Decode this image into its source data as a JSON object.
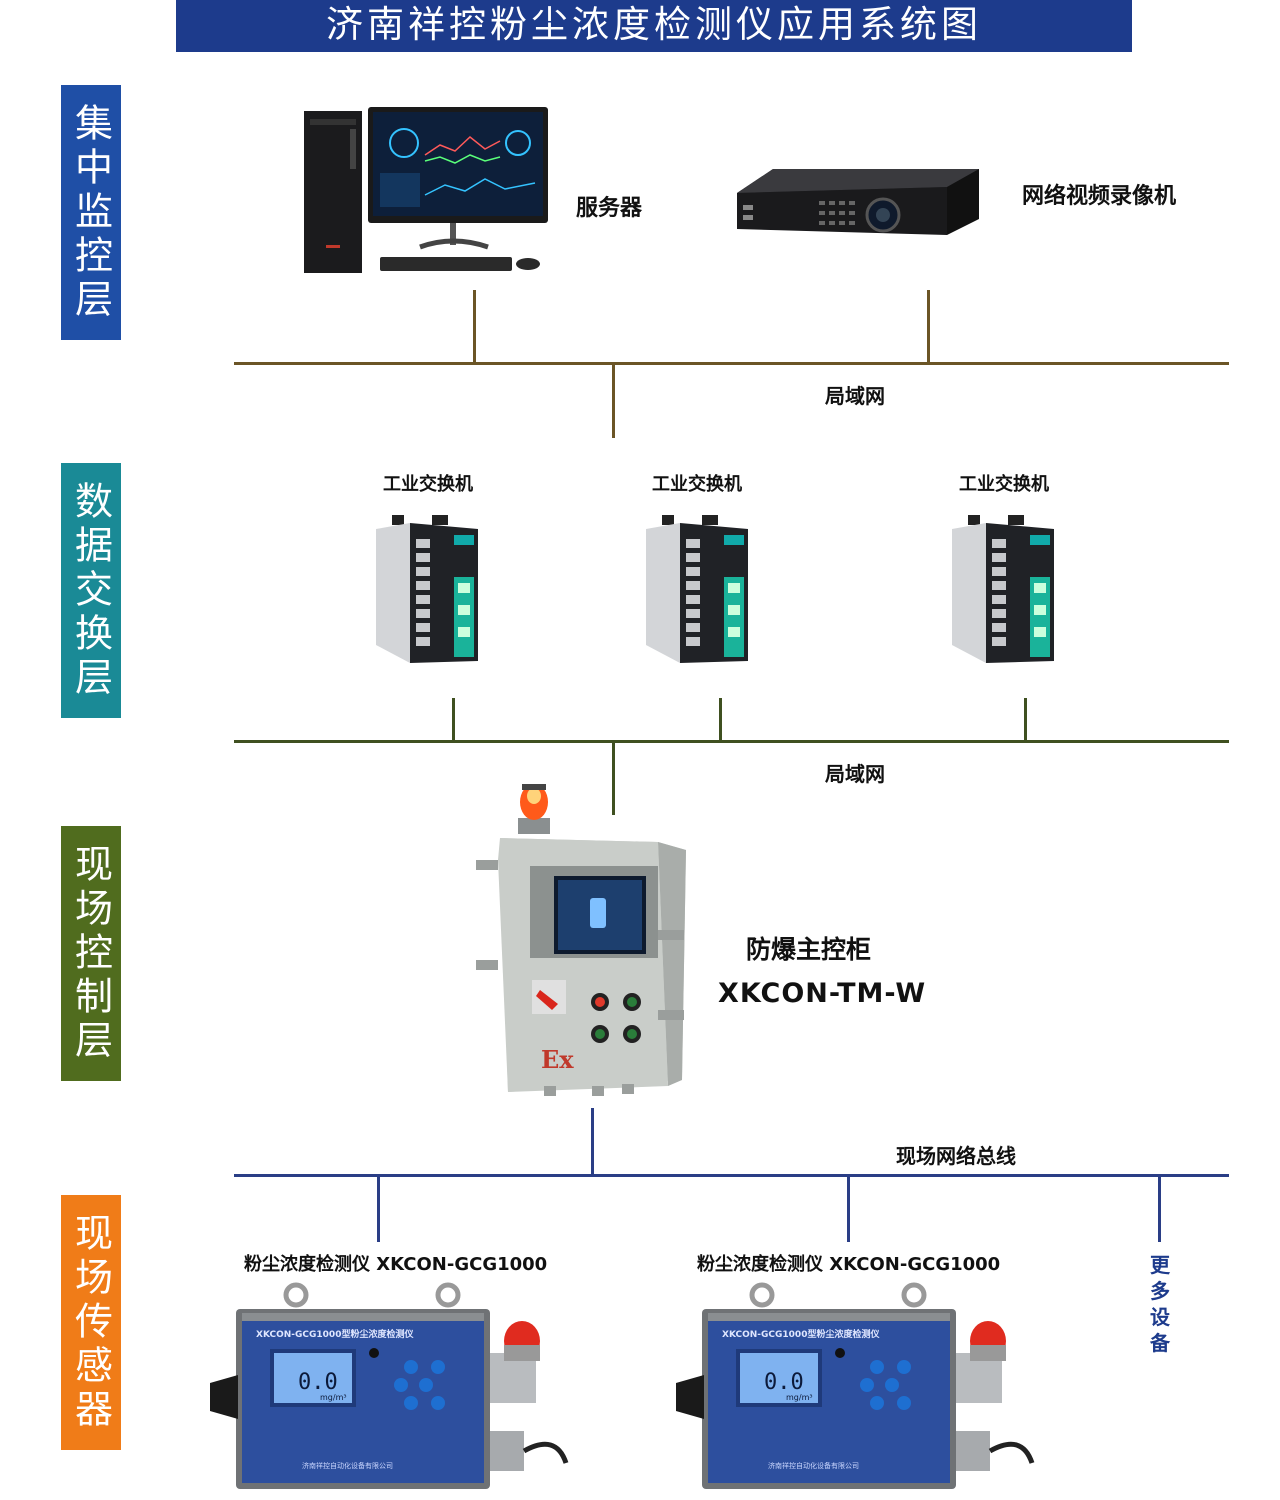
{
  "title": "济南祥控粉尘浓度检测仪应用系统图",
  "layers": [
    {
      "label": "集中监控层",
      "color": "#1f4fa6"
    },
    {
      "label": "数据交换层",
      "color": "#1a8a96"
    },
    {
      "label": "现场控制层",
      "color": "#506c1e"
    },
    {
      "label": "现场传感器",
      "color": "#f07c18"
    }
  ],
  "monitoring": {
    "server_label": "服务器",
    "nvr_label": "网络视频录像机",
    "lan_label": "局域网"
  },
  "exchange": {
    "switch_labels": [
      "工业交换机",
      "工业交换机",
      "工业交换机"
    ],
    "lan_label": "局域网"
  },
  "control": {
    "cabinet_name": "防爆主控柜",
    "cabinet_model": "XKCON-TM-W",
    "ex_mark": "Ex",
    "bus_label": "现场网络总线"
  },
  "sensors": {
    "items": [
      {
        "label": "粉尘浓度检测仪 XKCON-GCG1000",
        "panel_title": "XKCON-GCG1000型粉尘浓度检测仪",
        "reading": "0.0",
        "unit": "mg/m³",
        "maker": "济南祥控自动化设备有限公司"
      },
      {
        "label": "粉尘浓度检测仪 XKCON-GCG1000",
        "panel_title": "XKCON-GCG1000型粉尘浓度检测仪",
        "reading": "0.0",
        "unit": "mg/m³",
        "maker": "济南祥控自动化设备有限公司"
      }
    ],
    "more_label": "更多设备"
  },
  "colors": {
    "title_bg": "#1d3b8c",
    "line_top": "#6b5526",
    "line_mid": "#3f5020",
    "line_bottom": "#2a3e86"
  }
}
